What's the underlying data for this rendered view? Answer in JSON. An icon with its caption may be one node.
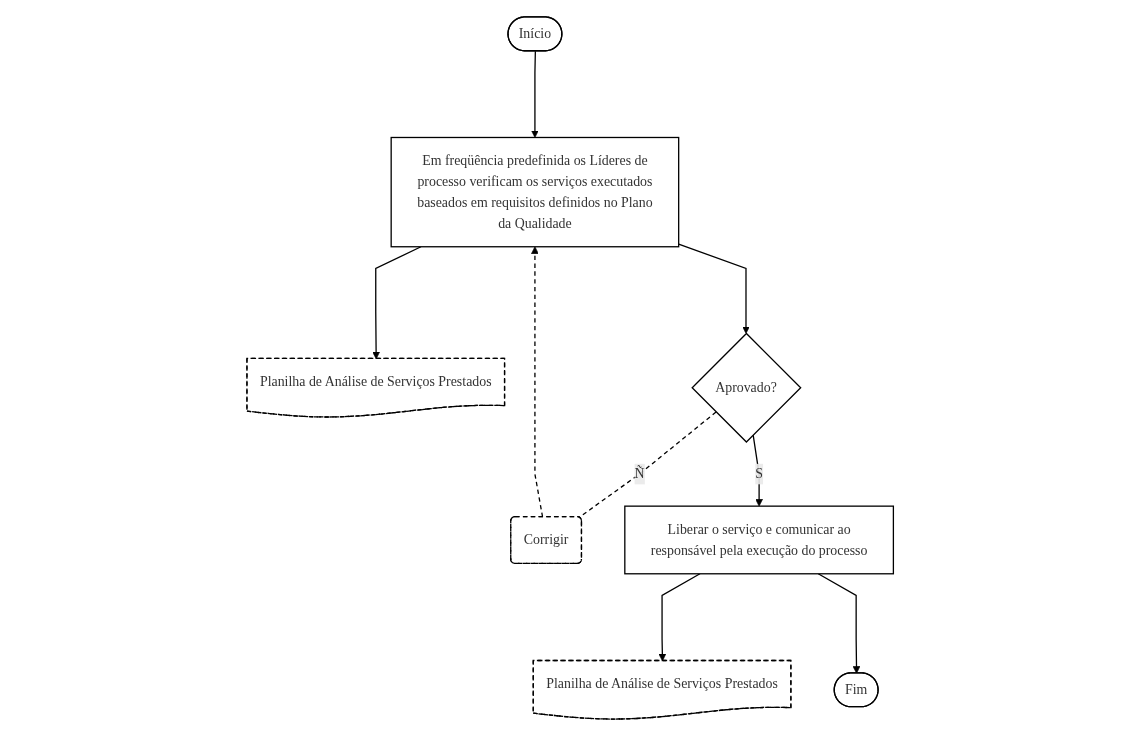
{
  "diagram": {
    "nodes": [
      {
        "text": [
          "Início"
        ]
      },
      {
        "text": [
          "Em freqüência predefinida os Líderes de processo verificam os serviços executados baseados em requisitos definidos no Plano da Qualidade"
        ]
      },
      {
        "text": [
          "Planilha de Análise de Serviços Prestados"
        ]
      },
      {
        "text": [
          "Corrigir"
        ]
      },
      {
        "text": [
          "Aprovado?"
        ]
      },
      {
        "text": [
          "Liberar o serviço e comunicar ao responsável pela execução do processo"
        ]
      },
      {
        "text": [
          "Planilha de Análise de Serviços Prestados"
        ]
      },
      {
        "text": [
          "Fim"
        ]
      }
    ],
    "edges": [
      {
        "from": 0,
        "to": 1,
        "arrow": "to"
      },
      {
        "from": 1,
        "to": 2,
        "arrow": "to"
      },
      {
        "from": 1,
        "to": 4,
        "arrow": "to"
      },
      {
        "from": 4,
        "to": 3,
        "arrow": "none",
        "label": "Ñ",
        "style": "dashed"
      },
      {
        "from": 3,
        "to": 1,
        "arrow": "to",
        "style": "dashed"
      },
      {
        "from": 4,
        "to": 5,
        "arrow": "to",
        "label": "S"
      },
      {
        "from": 5,
        "to": 6,
        "arrow": "to"
      },
      {
        "from": 5,
        "to": 7,
        "arrow": "to"
      }
    ]
  }
}
